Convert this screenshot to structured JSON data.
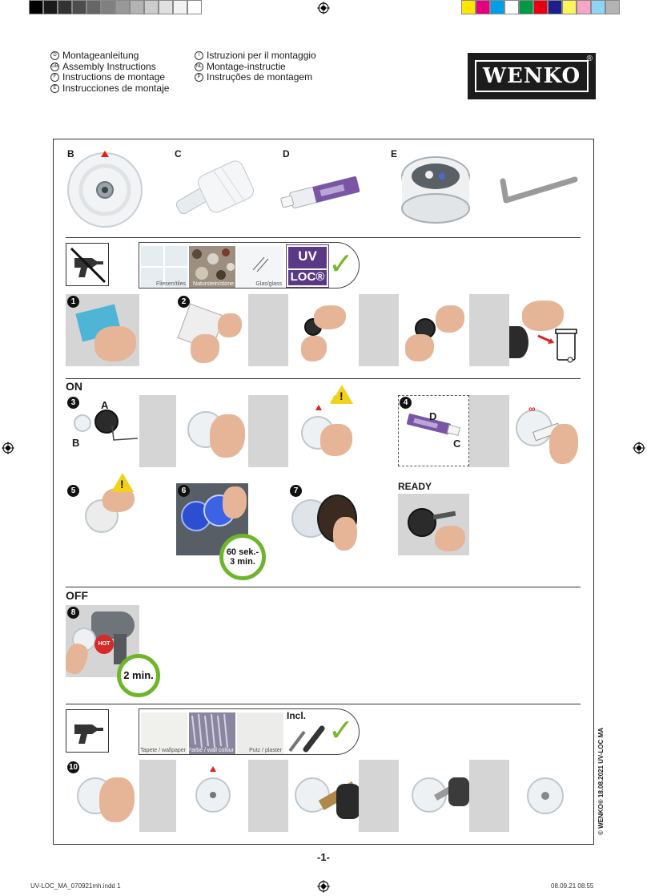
{
  "print_marks": {
    "grey_swatches": [
      "#000000",
      "#1a1a1a",
      "#333333",
      "#4d4d4d",
      "#666666",
      "#808080",
      "#999999",
      "#b3b3b3",
      "#cccccc",
      "#e0e0e0",
      "#f2f2f2",
      "#ffffff"
    ],
    "color_swatches": [
      "#ffe600",
      "#e4007e",
      "#00a0e9",
      "#ffffff",
      "#009944",
      "#e60012",
      "#1d2088",
      "#fff35c",
      "#f6a4c8",
      "#8fd3f5",
      "#b3b3b3"
    ]
  },
  "languages": {
    "col1": [
      {
        "code": "D",
        "text": "Montageanleitung"
      },
      {
        "code": "GB",
        "text": "Assembly Instructions"
      },
      {
        "code": "F",
        "text": "Instructions de montage"
      },
      {
        "code": "E",
        "text": "Instrucciones de montaje"
      }
    ],
    "col2": [
      {
        "code": "I",
        "text": "Istruzioni per il montaggio"
      },
      {
        "code": "NL",
        "text": "Montage-instructie"
      },
      {
        "code": "P",
        "text": "Instruções de montagem"
      }
    ]
  },
  "brand": {
    "name": "WENKO",
    "reg": "®"
  },
  "parts": {
    "b": "B",
    "c": "C",
    "d": "D",
    "e": "E"
  },
  "surfaces_uv": {
    "tiles": "Fliesen/tiles",
    "stone": "Naturstein/stone",
    "glass": "Glas/glass",
    "uv_top": "UV",
    "uv_bottom": "LOC®"
  },
  "steps": {
    "s1": "1",
    "s2": "2",
    "s3": "3",
    "s4": "4",
    "s5": "5",
    "s6": "6",
    "s7": "7",
    "s8": "8",
    "s10": "10"
  },
  "sections": {
    "on": "ON",
    "off": "OFF",
    "ready": "READY"
  },
  "step3_labels": {
    "a": "A",
    "b": "B"
  },
  "step4_labels": {
    "d": "D",
    "c": "C"
  },
  "step6_time": {
    "line1": "60 sek.-",
    "line2": "3 min."
  },
  "step8": {
    "hot": "HOT",
    "time": "2 min."
  },
  "surfaces_drill": {
    "wallpaper": "Tapete / wallpaper",
    "wall_colour": "Farbe / wall colour",
    "plaster": "Putz / plaster",
    "incl": "Incl."
  },
  "copyright": "© WENKO® 18.08.2021 UV-LOC MA",
  "page_number": "-1-",
  "footer": {
    "left": "UV-LOC_MA_070921mh.indd   1",
    "right": "08.09.21   08:55"
  }
}
